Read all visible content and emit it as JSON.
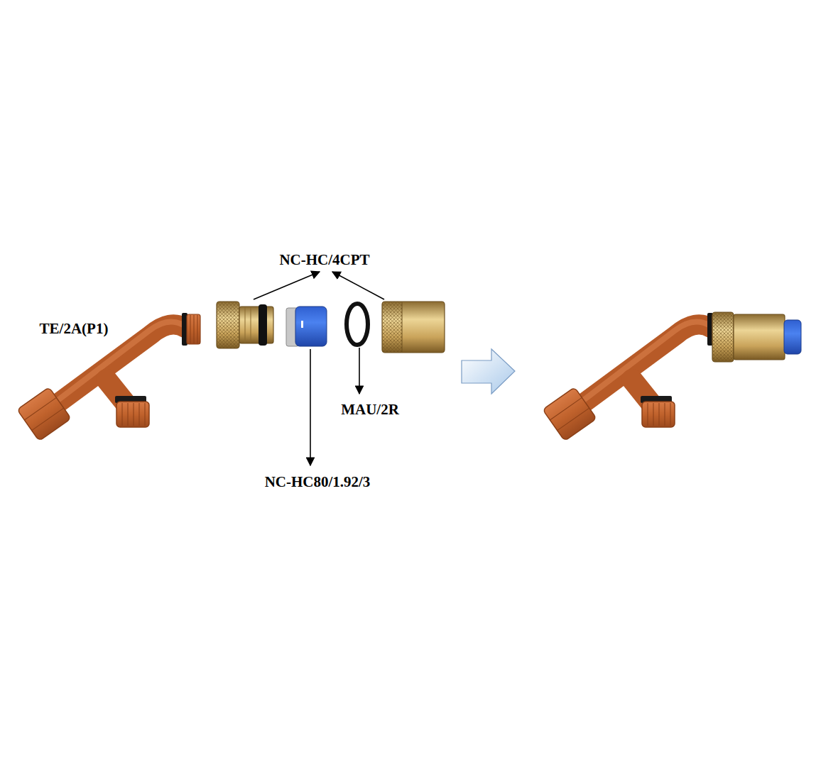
{
  "diagram": {
    "labels": [
      "TE/2A(P1)",
      "NC-HC/4CPT",
      "MAU/2R",
      "NC-HC80/1.92/3"
    ]
  }
}
